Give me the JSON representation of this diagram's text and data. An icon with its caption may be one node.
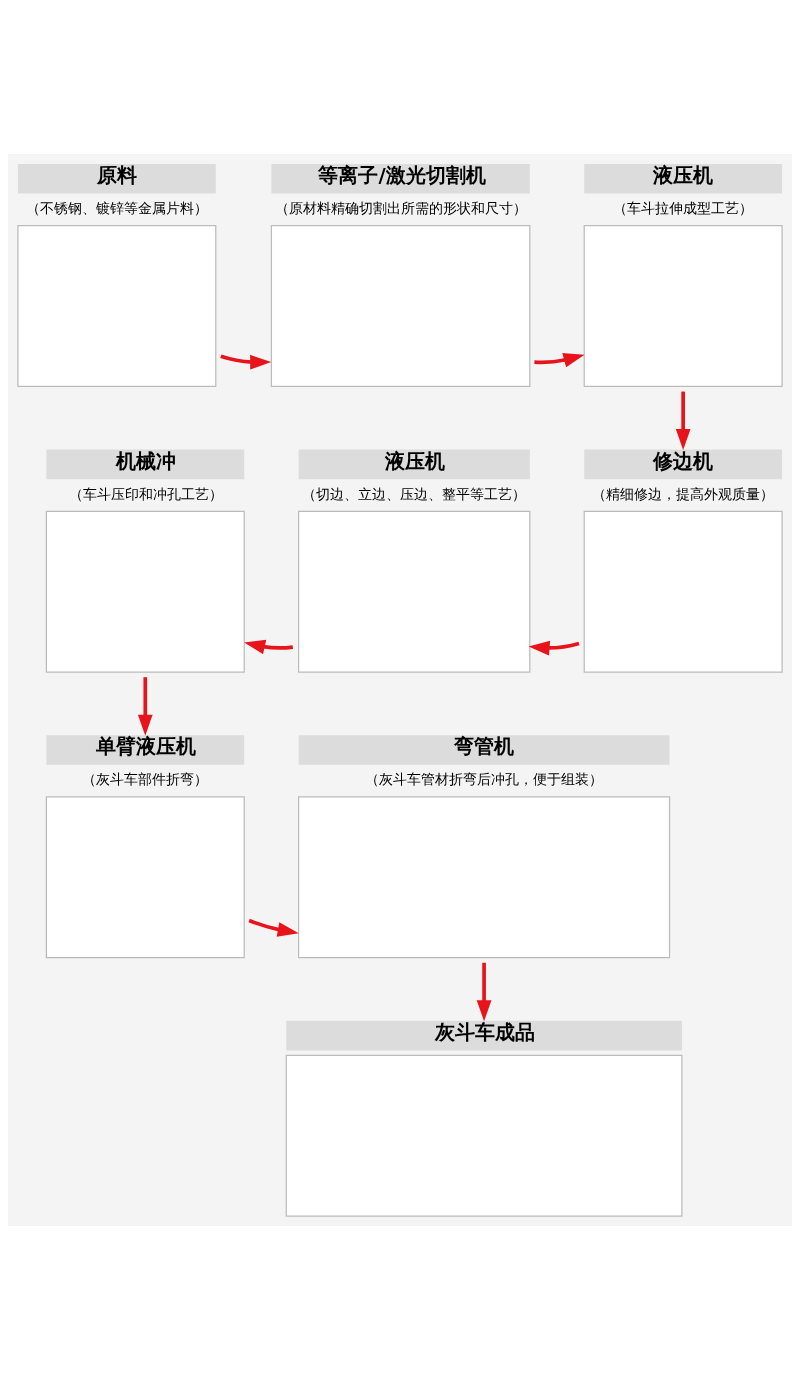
{
  "diagram": {
    "nodes": [
      {
        "text": [
          "原料",
          "（不锈钢、镀锌等金属片料）"
        ]
      },
      {
        "text": [
          "等离子/激光切割机",
          "（原材料精确切割出所需的形状和尺寸）"
        ]
      },
      {
        "text": [
          "液压机",
          "（车斗拉伸成型工艺）"
        ]
      },
      {
        "text": [
          "修边机",
          "（精细修边，提高外观质量）"
        ]
      },
      {
        "text": [
          "液压机",
          "（切边、立边、压边、整平等工艺）"
        ]
      },
      {
        "text": [
          "机械冲",
          "（车斗压印和冲孔工艺）"
        ]
      },
      {
        "text": [
          "单臂液压机",
          "（灰斗车部件折弯）"
        ]
      },
      {
        "text": [
          "弯管机",
          "（灰斗车管材折弯后冲孔，便于组装）"
        ]
      },
      {
        "text": [
          "灰斗车成品"
        ]
      }
    ],
    "edges": [
      {
        "from": 0,
        "to": 1,
        "arrow": "to",
        "color": "#e8141b"
      },
      {
        "from": 1,
        "to": 2,
        "arrow": "to",
        "color": "#e8141b"
      },
      {
        "from": 2,
        "to": 3,
        "arrow": "to",
        "color": "#e8141b"
      },
      {
        "from": 3,
        "to": 4,
        "arrow": "to",
        "color": "#e8141b"
      },
      {
        "from": 4,
        "to": 5,
        "arrow": "to",
        "color": "#e8141b"
      },
      {
        "from": 5,
        "to": 6,
        "arrow": "to",
        "color": "#e8141b"
      },
      {
        "from": 6,
        "to": 7,
        "arrow": "to",
        "color": "#e8141b"
      },
      {
        "from": 7,
        "to": 8,
        "arrow": "to",
        "color": "#e8141b"
      }
    ]
  }
}
